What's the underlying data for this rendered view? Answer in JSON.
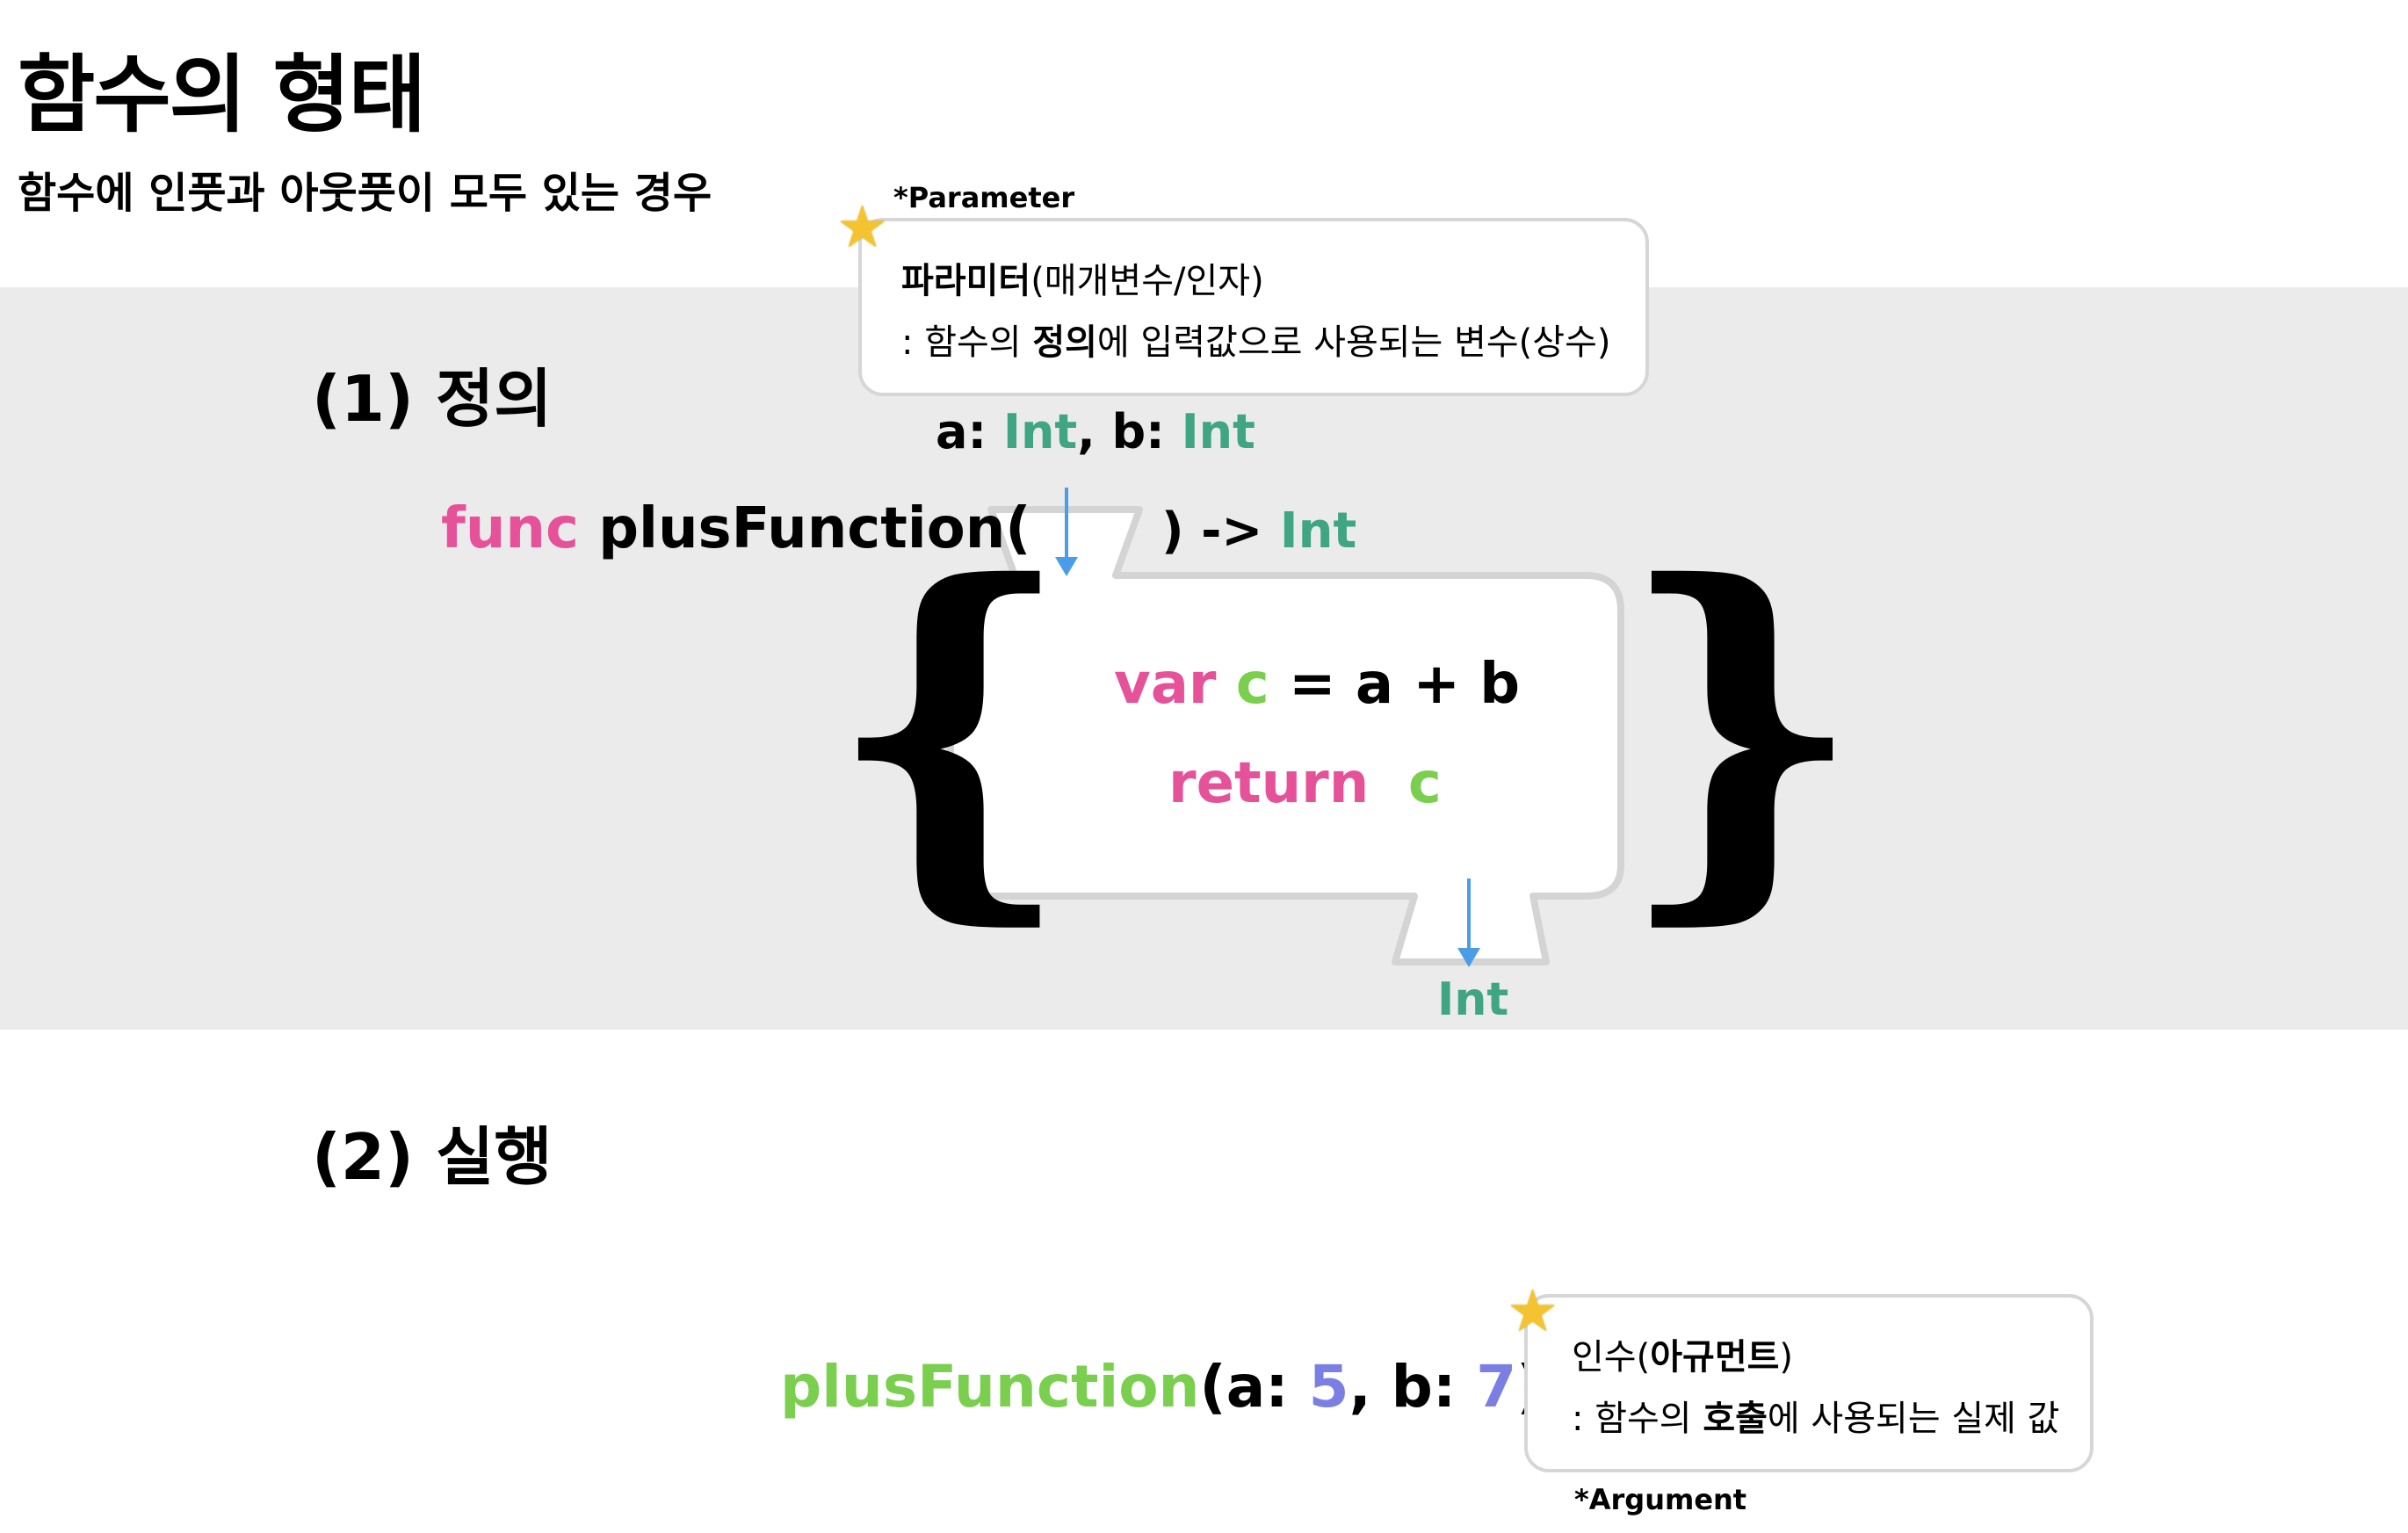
{
  "title": "함수의 형태",
  "subtitle": "함수에 인풋과 아웃풋이 모두 있는 경우",
  "section1": "(1) 정의",
  "section2": "(2) 실행",
  "parameter_note": {
    "label": "*Parameter",
    "heading_bold": "파라미터",
    "heading_rest": "(매개변수/인자)",
    "desc_pre": ": 함수의 ",
    "desc_bold": "정의",
    "desc_post": "에 입력값으로 사용되는 변수(상수)"
  },
  "argument_note": {
    "label": "*Argument",
    "heading_pre": "인수(",
    "heading_bold": "아규먼트",
    "heading_post": ")",
    "desc_pre": ": 함수의 ",
    "desc_bold": "호출",
    "desc_post": "에 사용되는 실제 값"
  },
  "definition": {
    "params": {
      "a": "a:",
      "a_type": "Int",
      "sep": ", b:",
      "b_type": "Int"
    },
    "keyword": "func",
    "name": "plusFunction(",
    "close": ") ->",
    "return_type": "Int",
    "body_line1": {
      "kw": "var",
      "var": "c",
      "expr": "= a + b"
    },
    "body_line2": {
      "kw": "return",
      "var": "c"
    },
    "output_type": "Int",
    "brace_open": "{",
    "brace_close": "}"
  },
  "call": {
    "name": "plusFunction",
    "open": "(a: ",
    "a_val": "5",
    "mid": ", b: ",
    "b_val": "7",
    "close": ")"
  },
  "colors": {
    "keyword": "#e5529a",
    "variable": "#7bcf4f",
    "type": "#3fa583",
    "literal": "#7b7fe3",
    "arrow": "#4a9de6",
    "band": "#ebebeb",
    "star": "#f4c430"
  },
  "icons": [
    "star-icon",
    "arrow-down-icon"
  ]
}
